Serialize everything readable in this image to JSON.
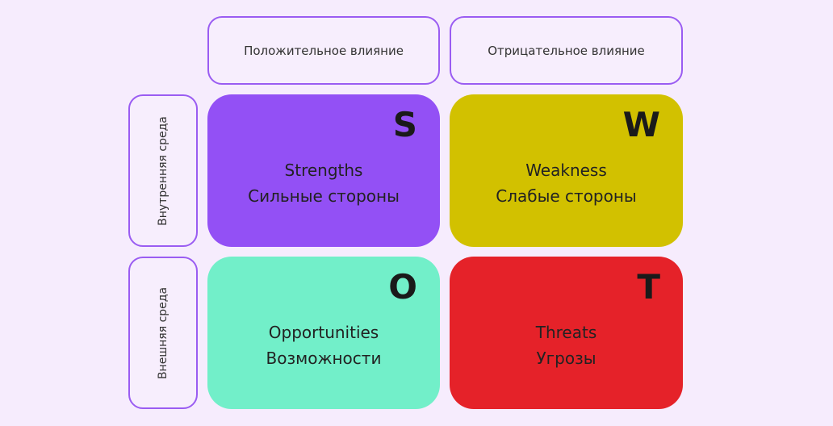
{
  "headers": {
    "positive": "Положительное влияние",
    "negative": "Отрицательное влияние"
  },
  "sides": {
    "internal": "Внутренняя среда",
    "external": "Внешняя среда"
  },
  "quadrants": [
    {
      "letter": "S",
      "en": "Strengths",
      "ru": "Сильные стороны",
      "color": "#9350f5"
    },
    {
      "letter": "W",
      "en": "Weakness",
      "ru": "Слабые стороны",
      "color": "#d2c100"
    },
    {
      "letter": "O",
      "en": "Opportunities",
      "ru": "Возможности",
      "color": "#72efc9"
    },
    {
      "letter": "T",
      "en": "Threats",
      "ru": "Угрозы",
      "color": "#e52229"
    }
  ]
}
